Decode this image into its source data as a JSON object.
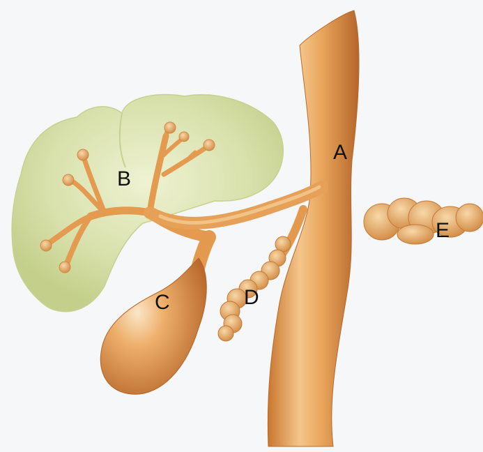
{
  "labels": {
    "a": "A",
    "b": "B",
    "c": "C",
    "d": "D",
    "e": "E"
  },
  "colors": {
    "background": "#f4f6f7",
    "liver_fill": "#d7dfae",
    "liver_edge": "#c2cd8c",
    "duct_orange": "#e39a4e",
    "duct_light": "#f6cf95",
    "duct_dark": "#b8682a",
    "label": "#111111"
  }
}
